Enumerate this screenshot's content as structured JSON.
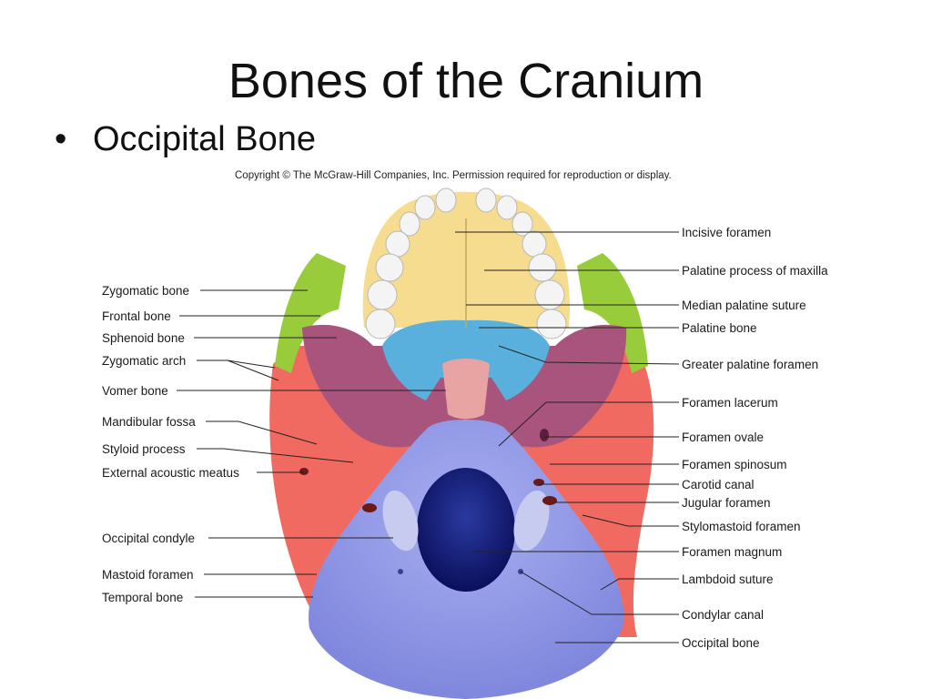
{
  "slide": {
    "title": "Bones of the Cranium",
    "bullet": "Occipital Bone"
  },
  "figure": {
    "copyright": "Copyright © The McGraw-Hill Companies, Inc. Permission required for reproduction or display.",
    "labels_left": {
      "zygomatic_bone": "Zygomatic bone",
      "frontal_bone": "Frontal bone",
      "sphenoid_bone": "Sphenoid bone",
      "zygomatic_arch": "Zygomatic arch",
      "vomer_bone": "Vomer bone",
      "mandibular_fossa": "Mandibular fossa",
      "styloid_process": "Styloid process",
      "external_acoustic_meatus": "External acoustic meatus",
      "occipital_condyle": "Occipital condyle",
      "mastoid_foramen": "Mastoid foramen",
      "temporal_bone": "Temporal bone"
    },
    "labels_right": {
      "incisive_foramen": "Incisive foramen",
      "palatine_process_of_maxilla": "Palatine process of maxilla",
      "median_palatine_suture": "Median palatine suture",
      "palatine_bone": "Palatine bone",
      "greater_palatine_foramen": "Greater palatine foramen",
      "foramen_lacerum": "Foramen lacerum",
      "foramen_ovale": "Foramen ovale",
      "foramen_spinosum": "Foramen spinosum",
      "carotid_canal": "Carotid canal",
      "jugular_foramen": "Jugular foramen",
      "stylomastoid_foramen": "Stylomastoid foramen",
      "foramen_magnum": "Foramen magnum",
      "lambdoid_suture": "Lambdoid suture",
      "condylar_canal": "Condylar canal",
      "occipital_bone": "Occipital bone"
    },
    "colors": {
      "maxilla": "#f6dc8e",
      "zygomatic": "#98cc3a",
      "sphenoid": "#a9547c",
      "palatine": "#5ab0dc",
      "vomer": "#e8a3a3",
      "temporal": "#f06a62",
      "occipital": "#8f97e6",
      "foramen_magnum": "#12197a",
      "teeth": "#f4f4f4"
    }
  }
}
